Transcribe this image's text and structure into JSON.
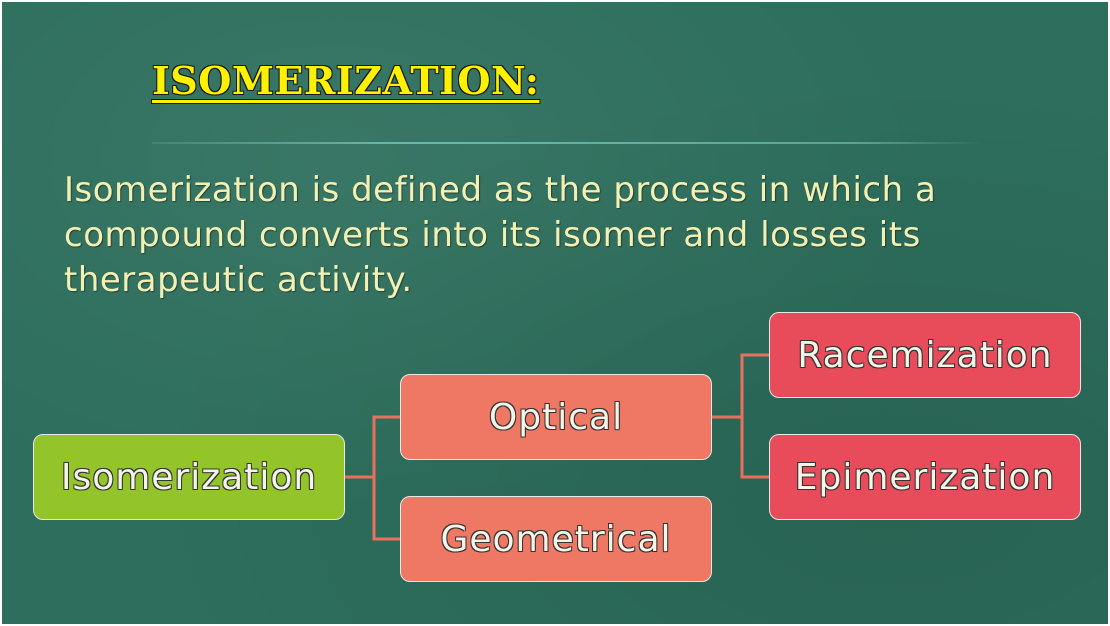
{
  "slide": {
    "title": "ISOMERIZATION:",
    "definition": "Isomerization is defined as the process in which a compound converts into its isomer and losses its therapeutic activity."
  },
  "diagram": {
    "root": "Isomerization",
    "level1": [
      "Optical",
      "Geometrical"
    ],
    "level2": [
      "Racemization",
      "Epimerization"
    ],
    "colors": {
      "background": "#2d6e5c",
      "title": "#fff200",
      "definition_text": "#f3f0b4",
      "root_node": "#93c52b",
      "level1_node": "#ee7864",
      "level2_node": "#e84c5a",
      "connector": "#e8705c"
    }
  }
}
